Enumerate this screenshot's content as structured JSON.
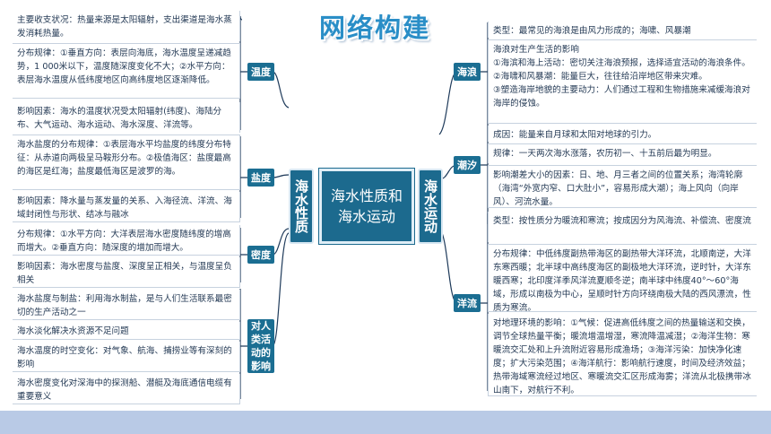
{
  "title": "网络构建",
  "center_topic": "海水性质和海水运动",
  "left_heading": "海水性质",
  "right_heading": "海水运动",
  "left": {
    "temperature": {
      "tag": "温度",
      "box1": "主要收支状况：热量来源是太阳辐射，支出渠道是海水蒸发消耗热量。",
      "box2": "分布规律：①垂直方向：表层向海底，海水温度呈递减趋势，1 000米以下，温度随深度变化不大；②水平方向：表层海水温度从低纬度地区向高纬度地区逐渐降低。",
      "box3": "影响因素：海水的温度状况受太阳辐射(纬度)、海陆分布、大气运动、海水运动、海水深度、洋流等。"
    },
    "salinity": {
      "tag": "盐度",
      "box1": "海水盐度的分布规律：①表层海水平均盐度的纬度分布特征：从赤道向两极呈马鞍形分布。②极值海区：盐度最高的海区是红海；盐度最低海区是波罗的海。",
      "box2": "影响因素：降水量与蒸发量的关系、入海径流、洋流、海域封闭性与形状、结冰与融冰"
    },
    "density": {
      "tag": "密度",
      "box1": "分布规律：①水平方向：大洋表层海水密度随纬度的增高而增大。②垂直方向：随深度的增加而增大。",
      "box2": "影响因素：海水密度与盐度、深度呈正相关，与温度呈负相关"
    },
    "impact": {
      "tag": "对人类活动的影响",
      "box1": "海水盐度与制盐：利用海水制盐，是与人们生活联系最密切的生产活动之一",
      "box2": "海水淡化解决水资源不足问题",
      "box3": "海水温度的时空变化：对气象、航海、捕捞业等有深刻的影响",
      "box4": "海水密度变化对深海中的探测船、潜艇及海底通信电缆有重要意义"
    }
  },
  "right": {
    "waves": {
      "tag": "海浪",
      "box1": "类型：最常见的海浪是由风力形成的；海啸、风暴潮",
      "box2_title": "海浪对生产生活的影响",
      "box2_l1": "①海滨和海上活动：密切关注海浪预报，选择适宜活动的海浪条件。",
      "box2_l2": "②海啸和风暴潮：能量巨大，往往给沿岸地区带来灾难。",
      "box2_l3": "③塑造海岸地貌的主要动力：人们通过工程和生物措施来减缓海浪对海岸的侵蚀。"
    },
    "tides": {
      "tag": "潮汐",
      "box1": "成因：能量来自月球和太阳对地球的引力。",
      "box2": "规律：一天两次海水涨落，农历初一、十五前后最为明显。",
      "box3": "影响潮差大小的因素：日、地、月三者之间的位置关系；海湾轮廓（海湾“外宽内窄、口大肚小”，容易形成大潮）；海上风向（向岸风）、河流水量。"
    },
    "currents": {
      "tag": "洋流",
      "box1": "类型：按性质分为暖流和寒流；按成因分为风海流、补偿流、密度流",
      "box2": "分布规律：中低纬度副热带海区的副热带大洋环流，北顺南逆，大洋东寒西暖；北半球中高纬度海区的副极地大洋环流，逆时针，大洋东暖西寒；北印度洋季风洋流夏顺冬逆；南半球中纬度40°～60°海域，形成以南极为中心，呈顺时针方向环绕南极大陆的西风漂流，性质为寒流。",
      "box3": "对地理环境的影响：①气候：促进高低纬度之间的热量输送和交换，调节全球热量平衡；暖流增温增湿，寒流降温减湿；②海洋生物：寒暖流交汇处和上升流附近容易形成渔场；③海洋污染：加快净化速度；扩大污染范围；④海洋航行：影响航行速度，时间及经济效益；热带海域寒流经过地区、寒暖流交汇区形成海雾；洋流从北极携带冰山南下，对航行不利。"
    }
  },
  "colors": {
    "accent": "#1c6a8e",
    "title": "#2a8ec7",
    "line": "#1e3a5a",
    "bottom_bar": "#b9cae6"
  }
}
